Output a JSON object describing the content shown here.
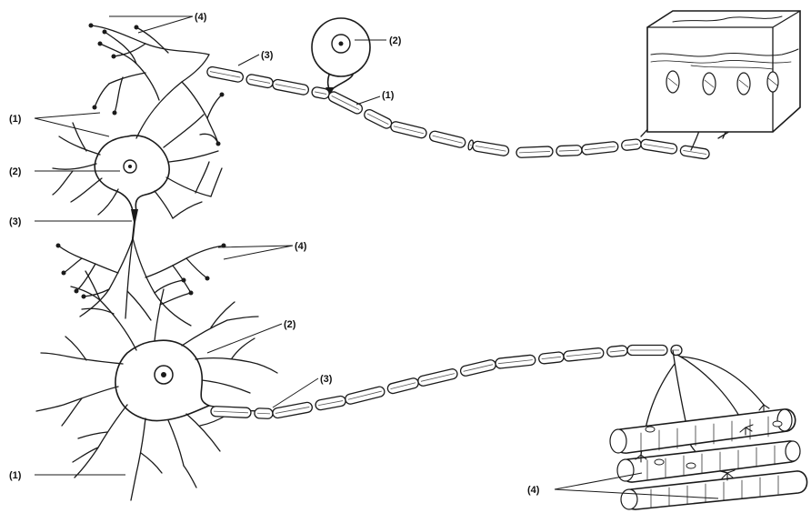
{
  "labels": {
    "top_dendrite_tips": "(4)",
    "sensory_myelin": "(3)",
    "sensory_cell_body": "(2)",
    "sensory_axon": "(1)",
    "inter_dendrites": "(1)",
    "inter_nucleus": "(2)",
    "inter_axon_hillock": "(3)",
    "inter_terminals": "(4)",
    "motor_nucleus": "(2)",
    "motor_myelin": "(3)",
    "motor_dendrites": "(1)",
    "motor_end_plates": "(4)"
  }
}
